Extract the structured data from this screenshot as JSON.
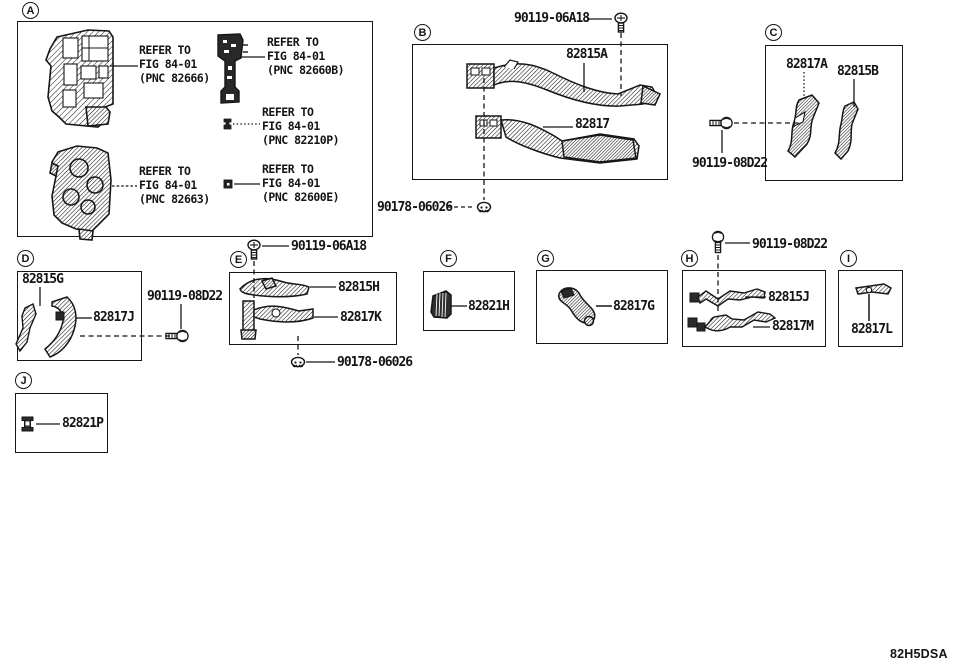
{
  "doc": {
    "code": "82H5DSA",
    "ink": "#161616",
    "paper": "#ffffff"
  },
  "sections": {
    "a": {
      "letter": "A",
      "refs": [
        {
          "l1": "REFER TO",
          "l2": "FIG 84-01",
          "l3": "(PNC 82666)"
        },
        {
          "l1": "REFER TO",
          "l2": "FIG 84-01",
          "l3": "(PNC 82660B)"
        },
        {
          "l1": "REFER TO",
          "l2": "FIG 84-01",
          "l3": "(PNC 82210P)"
        },
        {
          "l1": "REFER TO",
          "l2": "FIG 84-01",
          "l3": "(PNC 82663)"
        },
        {
          "l1": "REFER TO",
          "l2": "FIG 84-01",
          "l3": "(PNC 82600E)"
        }
      ]
    },
    "b": {
      "letter": "B",
      "bolt": "90119-06A18",
      "upper": "82815A",
      "lower": "82817",
      "grommet": "90178-06026"
    },
    "c": {
      "letter": "C",
      "bolt": "90119-08D22",
      "left": "82817A",
      "right": "82815B"
    },
    "d": {
      "letter": "D",
      "left": "82815G",
      "right": "82817J",
      "bolt": "90119-08D22"
    },
    "e": {
      "letter": "E",
      "bolt": "90119-06A18",
      "upper": "82815H",
      "lower": "82817K",
      "grommet": "90178-06026"
    },
    "f": {
      "letter": "F",
      "part": "82821H"
    },
    "g": {
      "letter": "G",
      "part": "82817G"
    },
    "h": {
      "letter": "H",
      "bolt": "90119-08D22",
      "upper": "82815J",
      "lower": "82817M"
    },
    "i": {
      "letter": "I",
      "part": "82817L"
    },
    "j": {
      "letter": "J",
      "part": "82821P"
    }
  }
}
